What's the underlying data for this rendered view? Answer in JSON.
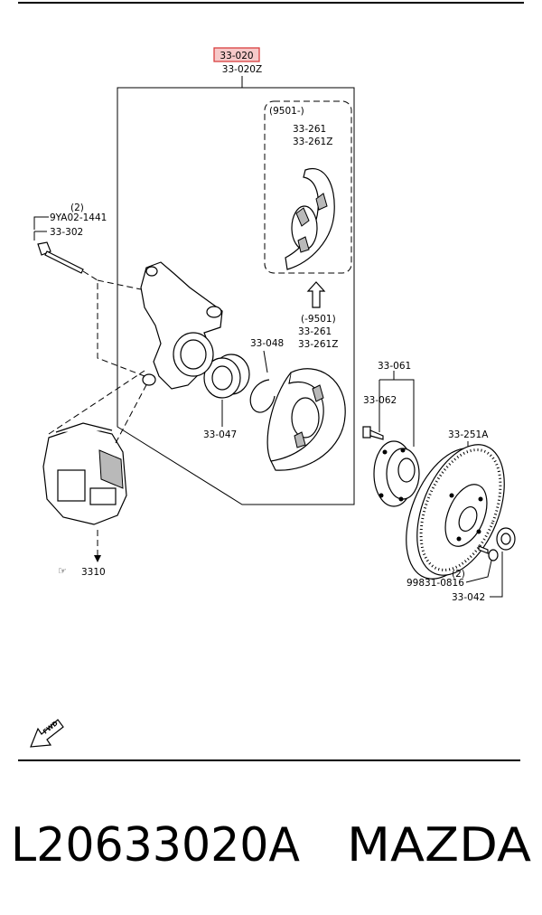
{
  "labels": {
    "highlighted": "33-020",
    "assembly": "33-020Z",
    "variant_upper": "(9501-)",
    "shield_upper_1": "33-261",
    "shield_upper_2": "33-261Z",
    "variant_lower": "(-9501)",
    "shield_lower_1": "33-261",
    "shield_lower_2": "33-261Z",
    "snap_ring": "33-048",
    "bearing": "33-047",
    "bolt_qty": "(2)",
    "bolt_code": "9YA02-1441",
    "bolt": "33-302",
    "hub_assy": "33-061",
    "hub_bolt": "33-062",
    "disc": "33-251A",
    "small_bolt_qty": "(2)",
    "small_bolt": "99831-0816",
    "nut": "33-042",
    "caliper_ref": "3310",
    "fwd": "FWD"
  },
  "footer": {
    "part_number": "L20633020A",
    "brand": "MAZDA"
  },
  "colors": {
    "highlight_fill": "#f6c9c9",
    "highlight_stroke": "#d94040"
  }
}
